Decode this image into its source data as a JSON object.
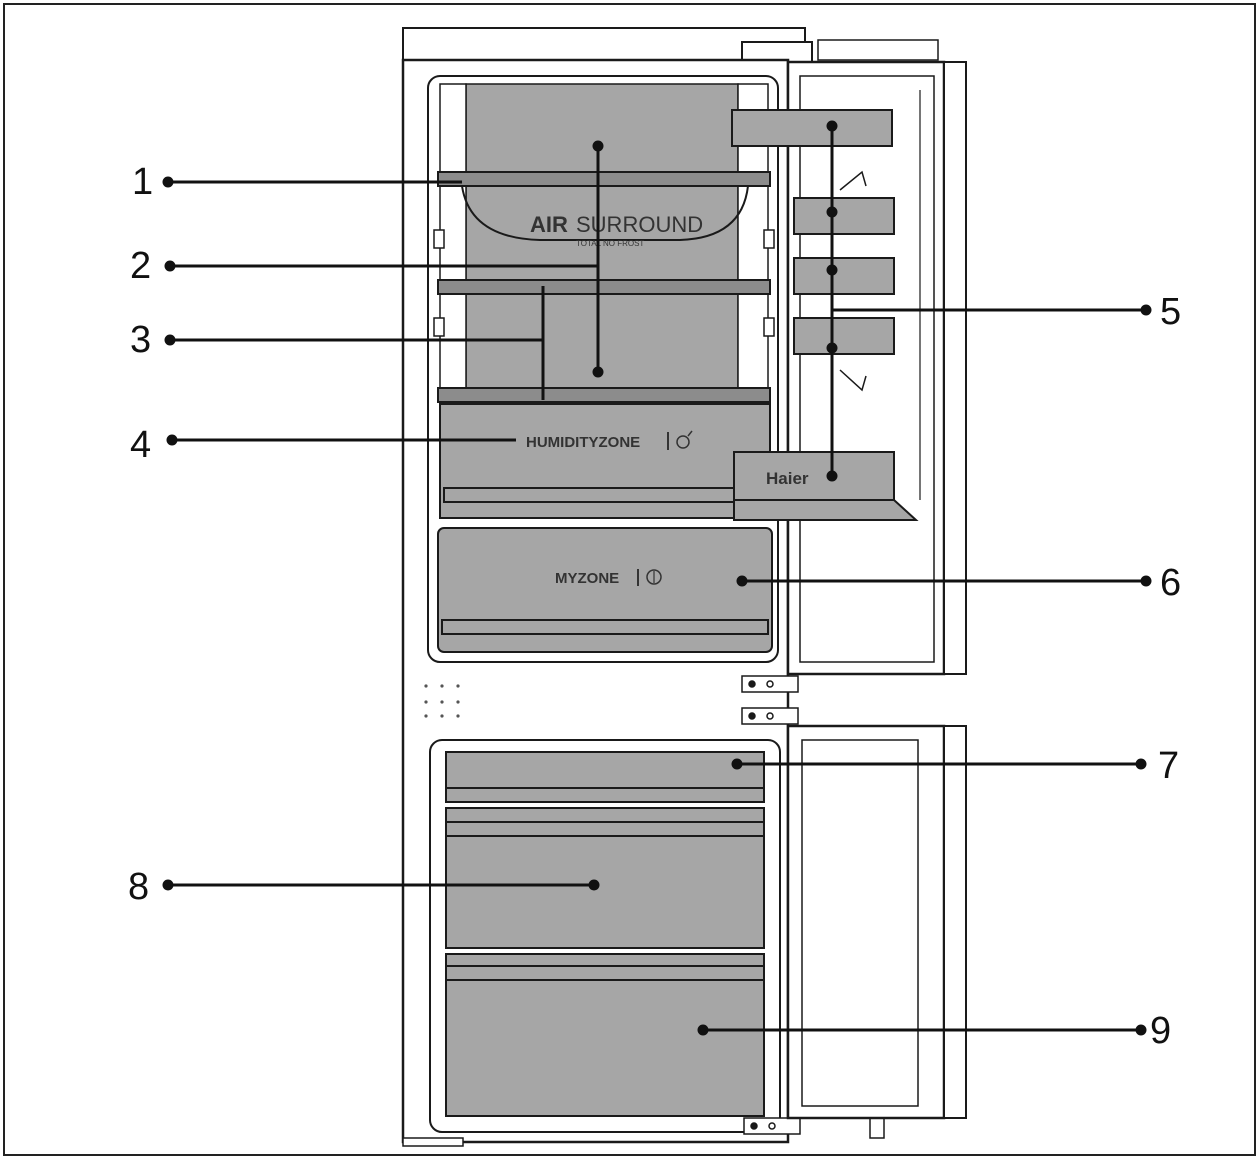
{
  "branding": {
    "shelf_logo_bold": "AIR",
    "shelf_logo_light": "SURROUND",
    "shelf_logo_sub": "TOTAL NO FROST",
    "crisper_label": "HUMIDITYZONE",
    "crisper_icon": "droplet-icon",
    "myzone_label": "MYZONE",
    "myzone_icon": "snowflake-icon",
    "door_brand": "Haier"
  },
  "callouts": [
    {
      "id": "1",
      "label": "1"
    },
    {
      "id": "2",
      "label": "2"
    },
    {
      "id": "3",
      "label": "3"
    },
    {
      "id": "4",
      "label": "4"
    },
    {
      "id": "5",
      "label": "5"
    },
    {
      "id": "6",
      "label": "6"
    },
    {
      "id": "7",
      "label": "7"
    },
    {
      "id": "8",
      "label": "8"
    },
    {
      "id": "9",
      "label": "9"
    }
  ],
  "colors": {
    "compartment_fill": "#a6a6a6",
    "outline": "#1a1a1a",
    "background": "#ffffff"
  }
}
